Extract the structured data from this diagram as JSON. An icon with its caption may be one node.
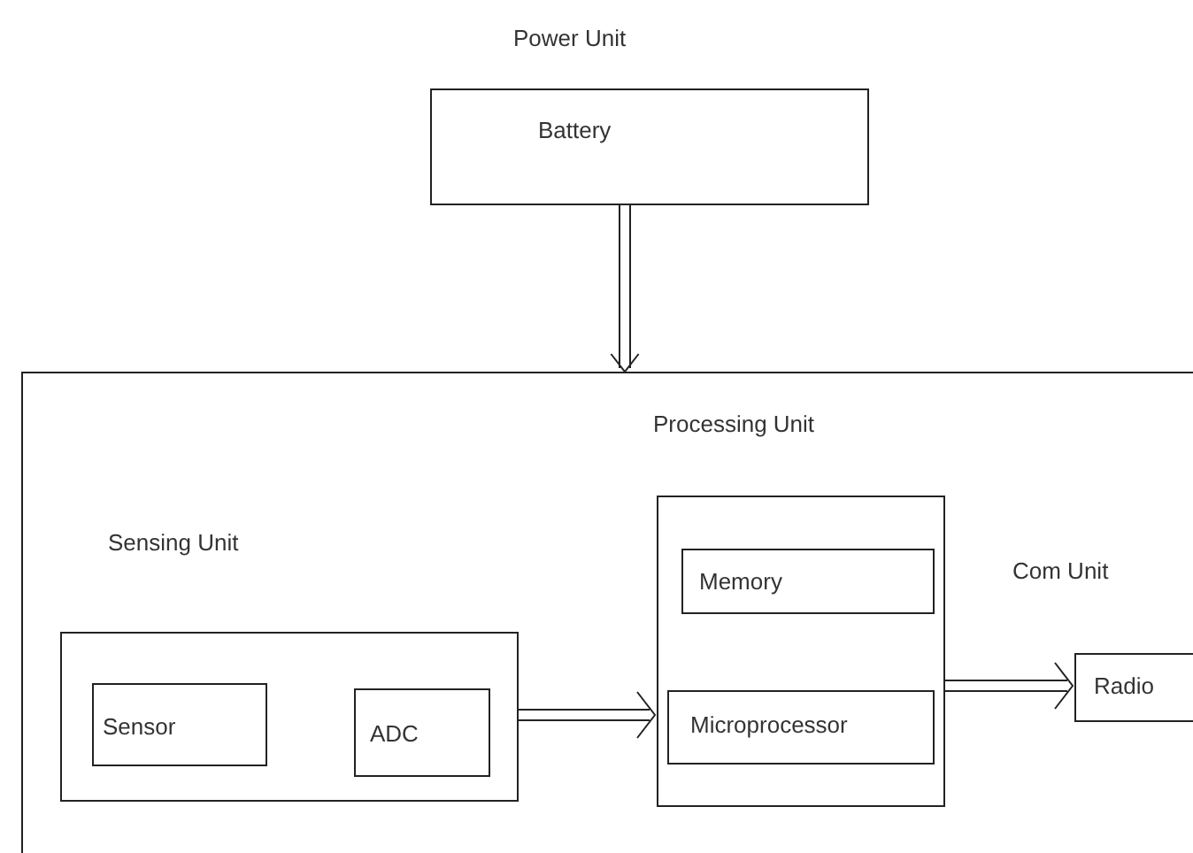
{
  "diagram": {
    "nodes": [
      {
        "text": [
          "Power Unit",
          "Battery"
        ]
      },
      {
        "text": [],
        "shape": "box"
      },
      {
        "text": [
          "Sensing Unit"
        ],
        "in": 1
      },
      {
        "text": [
          "Sensor"
        ],
        "in": 2
      },
      {
        "text": [
          "ADC"
        ],
        "in": 2
      },
      {
        "text": [
          "Processing Unit"
        ],
        "in": 1
      },
      {
        "text": [
          "Memory"
        ],
        "in": 5
      },
      {
        "text": [
          "Microprocessor"
        ],
        "in": 5
      },
      {
        "text": [
          "Com Unit",
          "Radio"
        ],
        "in": 1
      }
    ],
    "edges": [
      {
        "from": 0,
        "to": 1,
        "arrow": "to"
      },
      {
        "from": 2,
        "to": 5,
        "arrow": "to"
      },
      {
        "from": 5,
        "to": 8,
        "arrow": "to"
      }
    ]
  }
}
